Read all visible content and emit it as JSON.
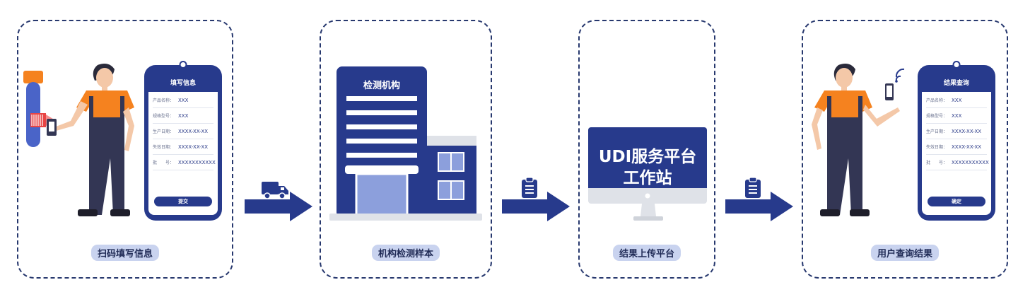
{
  "steps": [
    {
      "caption": "扫码填写信息"
    },
    {
      "caption": "机构检测样本"
    },
    {
      "caption": "结果上传平台"
    },
    {
      "caption": "用户查询结果"
    }
  ],
  "phone1": {
    "header": "填写信息",
    "rows": [
      {
        "label": "产品名称：",
        "value": "XXX"
      },
      {
        "label": "规格型号：",
        "value": "XXX"
      },
      {
        "label": "生产日期：",
        "value": "XXXX-XX-XX"
      },
      {
        "label": "失效日期：",
        "value": "XXXX-XX-XX"
      },
      {
        "label": "批　　号：",
        "value": "XXXXXXXXXXX"
      }
    ],
    "button": "提交"
  },
  "phone2": {
    "header": "结果查询",
    "rows": [
      {
        "label": "产品名称：",
        "value": "XXX"
      },
      {
        "label": "规格型号：",
        "value": "XXX"
      },
      {
        "label": "生产日期：",
        "value": "XXXX-XX-XX"
      },
      {
        "label": "失效日期：",
        "value": "XXXX-XX-XX"
      },
      {
        "label": "批　　号：",
        "value": "XXXXXXXXXXX"
      }
    ],
    "button": "确定"
  },
  "building": {
    "title": "检测机构"
  },
  "monitor": {
    "line1": "UDI服务平台",
    "line2": "工作站"
  },
  "colors": {
    "primary": "#273a8c",
    "caption_bg": "#c9d3ef",
    "accent_orange": "#f5821f",
    "building_light": "#8c9fdc"
  }
}
